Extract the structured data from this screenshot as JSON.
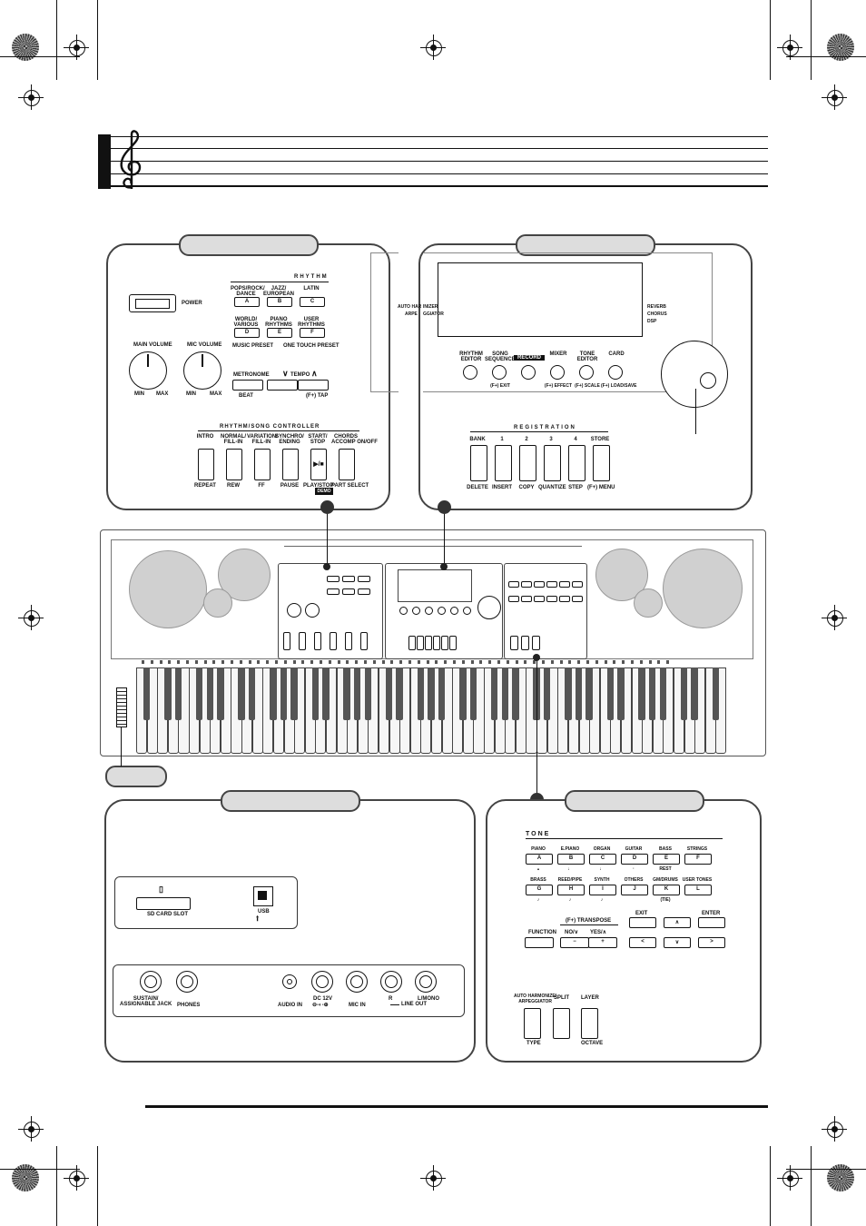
{
  "rhythm_panel": {
    "power_label": "POWER",
    "main_volume": "MAIN VOLUME",
    "mic_volume": "MIC VOLUME",
    "min": "MIN",
    "max": "MAX",
    "rhythm_title": "RHYTHM",
    "groups": [
      {
        "label": "POPS/ROCK/\nDANCE",
        "letter": "A"
      },
      {
        "label": "JAZZ/\nEUROPEAN",
        "letter": "B"
      },
      {
        "label": "LATIN",
        "letter": "C"
      },
      {
        "label": "WORLD/\nVARIOUS",
        "letter": "D"
      },
      {
        "label": "PIANO\nRHYTHMS",
        "letter": "E"
      },
      {
        "label": "USER\nRHYTHMS",
        "letter": "F"
      }
    ],
    "music_preset": "MUSIC PRESET",
    "one_touch_preset": "ONE TOUCH PRESET",
    "metronome": "METRONOME",
    "beat": "BEAT",
    "tempo": "TEMPO",
    "tap": "(F+) TAP",
    "controller_title": "RHYTHM/SONG CONTROLLER",
    "controller_top": [
      "INTRO",
      "NORMAL/\nFILL-IN",
      "VARIATION/\nFILL-IN",
      "SYNCHRO/\nENDING",
      "START/\nSTOP",
      "CHORDS\nACCOMP ON/OFF"
    ],
    "controller_bottom": [
      "REPEAT",
      "REW",
      "FF",
      "PAUSE",
      "PLAY/STOP",
      "PART SELECT"
    ],
    "playstop_glyph": "▶/■",
    "demo": "DEMO"
  },
  "display_panel": {
    "left_labels": [
      "AUTO HAR",
      "ARPE"
    ],
    "inner_left": [
      "INIZER",
      "GGIATOR"
    ],
    "right_labels": [
      "REVERB",
      "CHORUS",
      "DSP"
    ],
    "buttons": [
      {
        "top": "RHYTHM\nEDITOR",
        "bottom": ""
      },
      {
        "top": "SONG\nSEQUENCER",
        "bottom": "(F+) EXIT"
      },
      {
        "top": "RECORD",
        "bottom": ""
      },
      {
        "top": "MIXER",
        "bottom": "(F+) EFFECT"
      },
      {
        "top": "TONE\nEDITOR",
        "bottom": "(F+) SCALE"
      },
      {
        "top": "CARD",
        "bottom": "(F+) LOAD/SAVE"
      }
    ],
    "registration_title": "REGISTRATION",
    "reg_top": [
      "BANK",
      "1",
      "2",
      "3",
      "4",
      "STORE"
    ],
    "reg_bottom": [
      "DELETE",
      "INSERT",
      "COPY",
      "QUANTIZE",
      "STEP",
      "(F+) MENU"
    ]
  },
  "tone_panel": {
    "title": "TONE",
    "row1": [
      {
        "label": "PIANO",
        "letter": "A",
        "sub": "𝅝"
      },
      {
        "label": "E.PIANO",
        "letter": "B",
        "sub": "♩"
      },
      {
        "label": "ORGAN",
        "letter": "C",
        "sub": "♩"
      },
      {
        "label": "GUITAR",
        "letter": "D",
        "sub": "·"
      },
      {
        "label": "BASS",
        "letter": "E",
        "sub": "REST"
      },
      {
        "label": "STRINGS",
        "letter": "F",
        "sub": ""
      }
    ],
    "row2": [
      {
        "label": "BRASS",
        "letter": "G",
        "sub": "♪"
      },
      {
        "label": "REED/PIPE",
        "letter": "H",
        "sub": "♪"
      },
      {
        "label": "SYNTH",
        "letter": "I",
        "sub": "♪"
      },
      {
        "label": "OTHERS",
        "letter": "J",
        "sub": ""
      },
      {
        "label": "GM/DRUMS",
        "letter": "K",
        "sub": "(TIE)"
      },
      {
        "label": "USER TONES",
        "letter": "L",
        "sub": ""
      }
    ],
    "transpose": "(F+) TRANSPOSE",
    "function": "FUNCTION",
    "no": "NO/∨",
    "yes": "YES/∧",
    "minus": "−",
    "plus": "+",
    "exit": "EXIT",
    "enter": "ENTER",
    "up": "∧",
    "down": "∨",
    "left": "<",
    "right": ">",
    "auto_harm": "AUTO HARMONIZE/\nARPEGGIATOR",
    "split": "SPLIT",
    "layer": "LAYER",
    "type": "TYPE",
    "octave": "OCTAVE"
  },
  "rear_panel": {
    "sd_card_slot": "SD CARD SLOT",
    "usb": "USB",
    "jacks": [
      "SUSTAIN/\nASSIGNABLE JACK",
      "PHONES",
      "AUDIO IN",
      "DC 12V",
      "MIC IN",
      "R",
      "L/MONO"
    ],
    "line_out": "LINE OUT"
  }
}
